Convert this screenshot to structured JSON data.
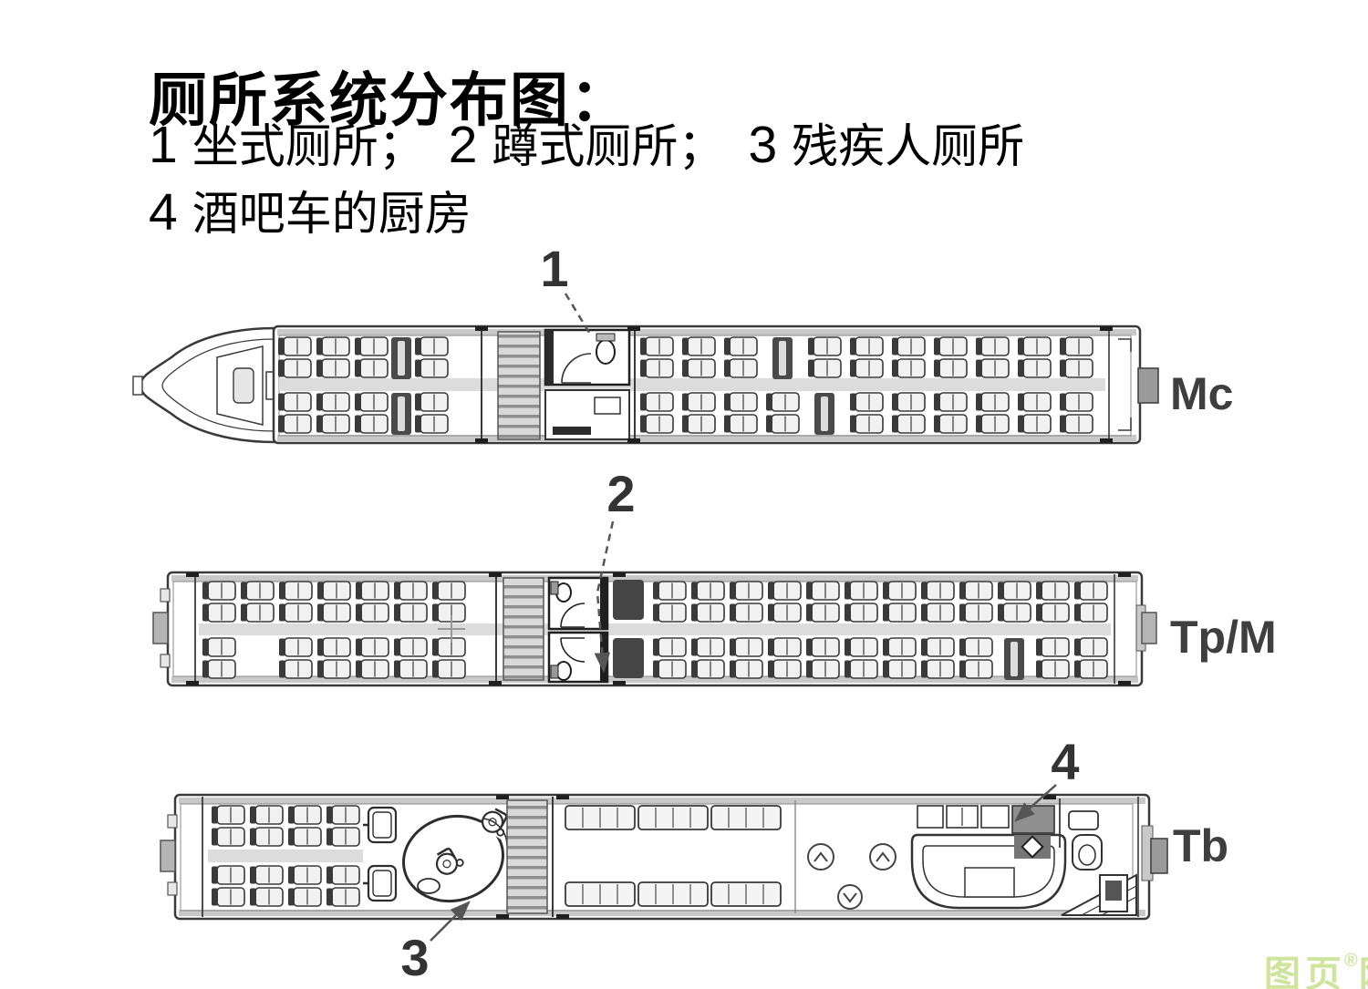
{
  "title": "厕所系统分布图：",
  "legend": {
    "items": [
      {
        "num": "1",
        "text": "坐式厕所；"
      },
      {
        "num": "2",
        "text": "蹲式厕所；"
      },
      {
        "num": "3",
        "text": "残疾人厕所"
      },
      {
        "num": "4",
        "text": "酒吧车的厨房"
      }
    ]
  },
  "diagram": {
    "description": "厕所系统分布图 — 三节车厢平面布置图",
    "cars": {
      "mc": {
        "label": "Mc"
      },
      "tpm": {
        "label": "Tp/M"
      },
      "tb": {
        "label": "Tb"
      }
    },
    "callouts": {
      "seat_toilet": "1",
      "squat_toilet": "2",
      "disabled_toilet": "3",
      "bar_kitchen": "4"
    }
  },
  "watermark": {
    "text_left": "图页",
    "reg": "®",
    "text_right": "网"
  },
  "colors": {
    "watermark_green": "#cfe49d",
    "diagram_ink": "#3a3a3a",
    "dark_fill": "#1f1f1f",
    "label_gray": "#3f3f3f",
    "light_gray": "#d9d9d9"
  }
}
